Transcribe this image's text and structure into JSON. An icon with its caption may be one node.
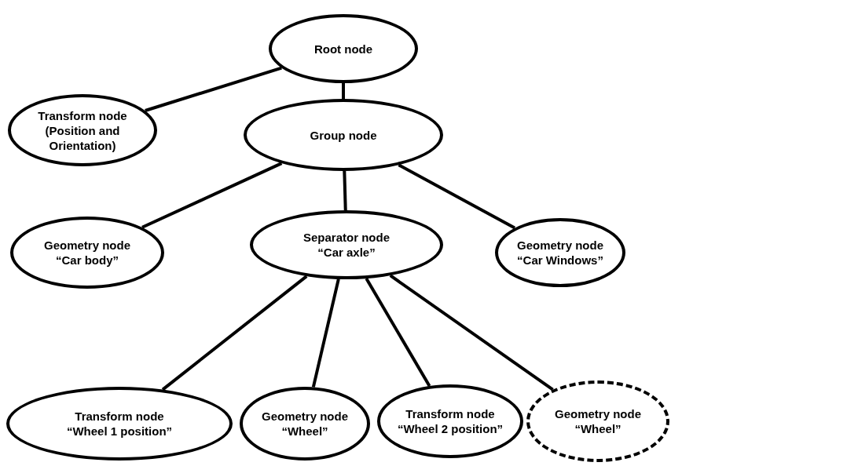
{
  "diagram": {
    "nodes": [
      {
        "text": [
          "Root node"
        ]
      },
      {
        "text": [
          "Transform node (Position and Orientation)"
        ]
      },
      {
        "text": [
          "Group node"
        ]
      },
      {
        "text": [
          "Geometry node “Car body”"
        ]
      },
      {
        "text": [
          "Separator node “Car axle”"
        ]
      },
      {
        "text": [
          "Geometry node “Car Windows”"
        ]
      },
      {
        "text": [
          "Transform node “Wheel 1 position”"
        ]
      },
      {
        "text": [
          "Geometry node “Wheel”"
        ]
      },
      {
        "text": [
          "Transform node “Wheel 2 position”"
        ]
      },
      {
        "text": [
          "Geometry node “Wheel”"
        ]
      }
    ],
    "edges": [
      {
        "from": 0,
        "to": 1,
        "arrow": "none"
      },
      {
        "from": 0,
        "to": 2,
        "arrow": "none"
      },
      {
        "from": 2,
        "to": 3,
        "arrow": "none"
      },
      {
        "from": 2,
        "to": 4,
        "arrow": "none"
      },
      {
        "from": 2,
        "to": 5,
        "arrow": "none"
      },
      {
        "from": 4,
        "to": 6,
        "arrow": "none"
      },
      {
        "from": 4,
        "to": 7,
        "arrow": "none"
      },
      {
        "from": 4,
        "to": 8,
        "arrow": "none"
      },
      {
        "from": 4,
        "to": 9,
        "arrow": "none"
      }
    ]
  }
}
